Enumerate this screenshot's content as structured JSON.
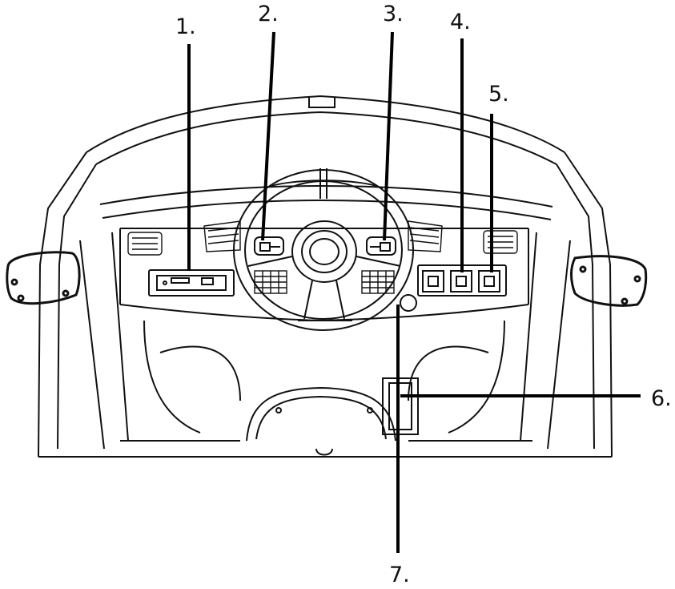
{
  "callouts": {
    "c1": "1.",
    "c2": "2.",
    "c3": "3.",
    "c4": "4.",
    "c5": "5.",
    "c6": "6.",
    "c7": "7."
  }
}
